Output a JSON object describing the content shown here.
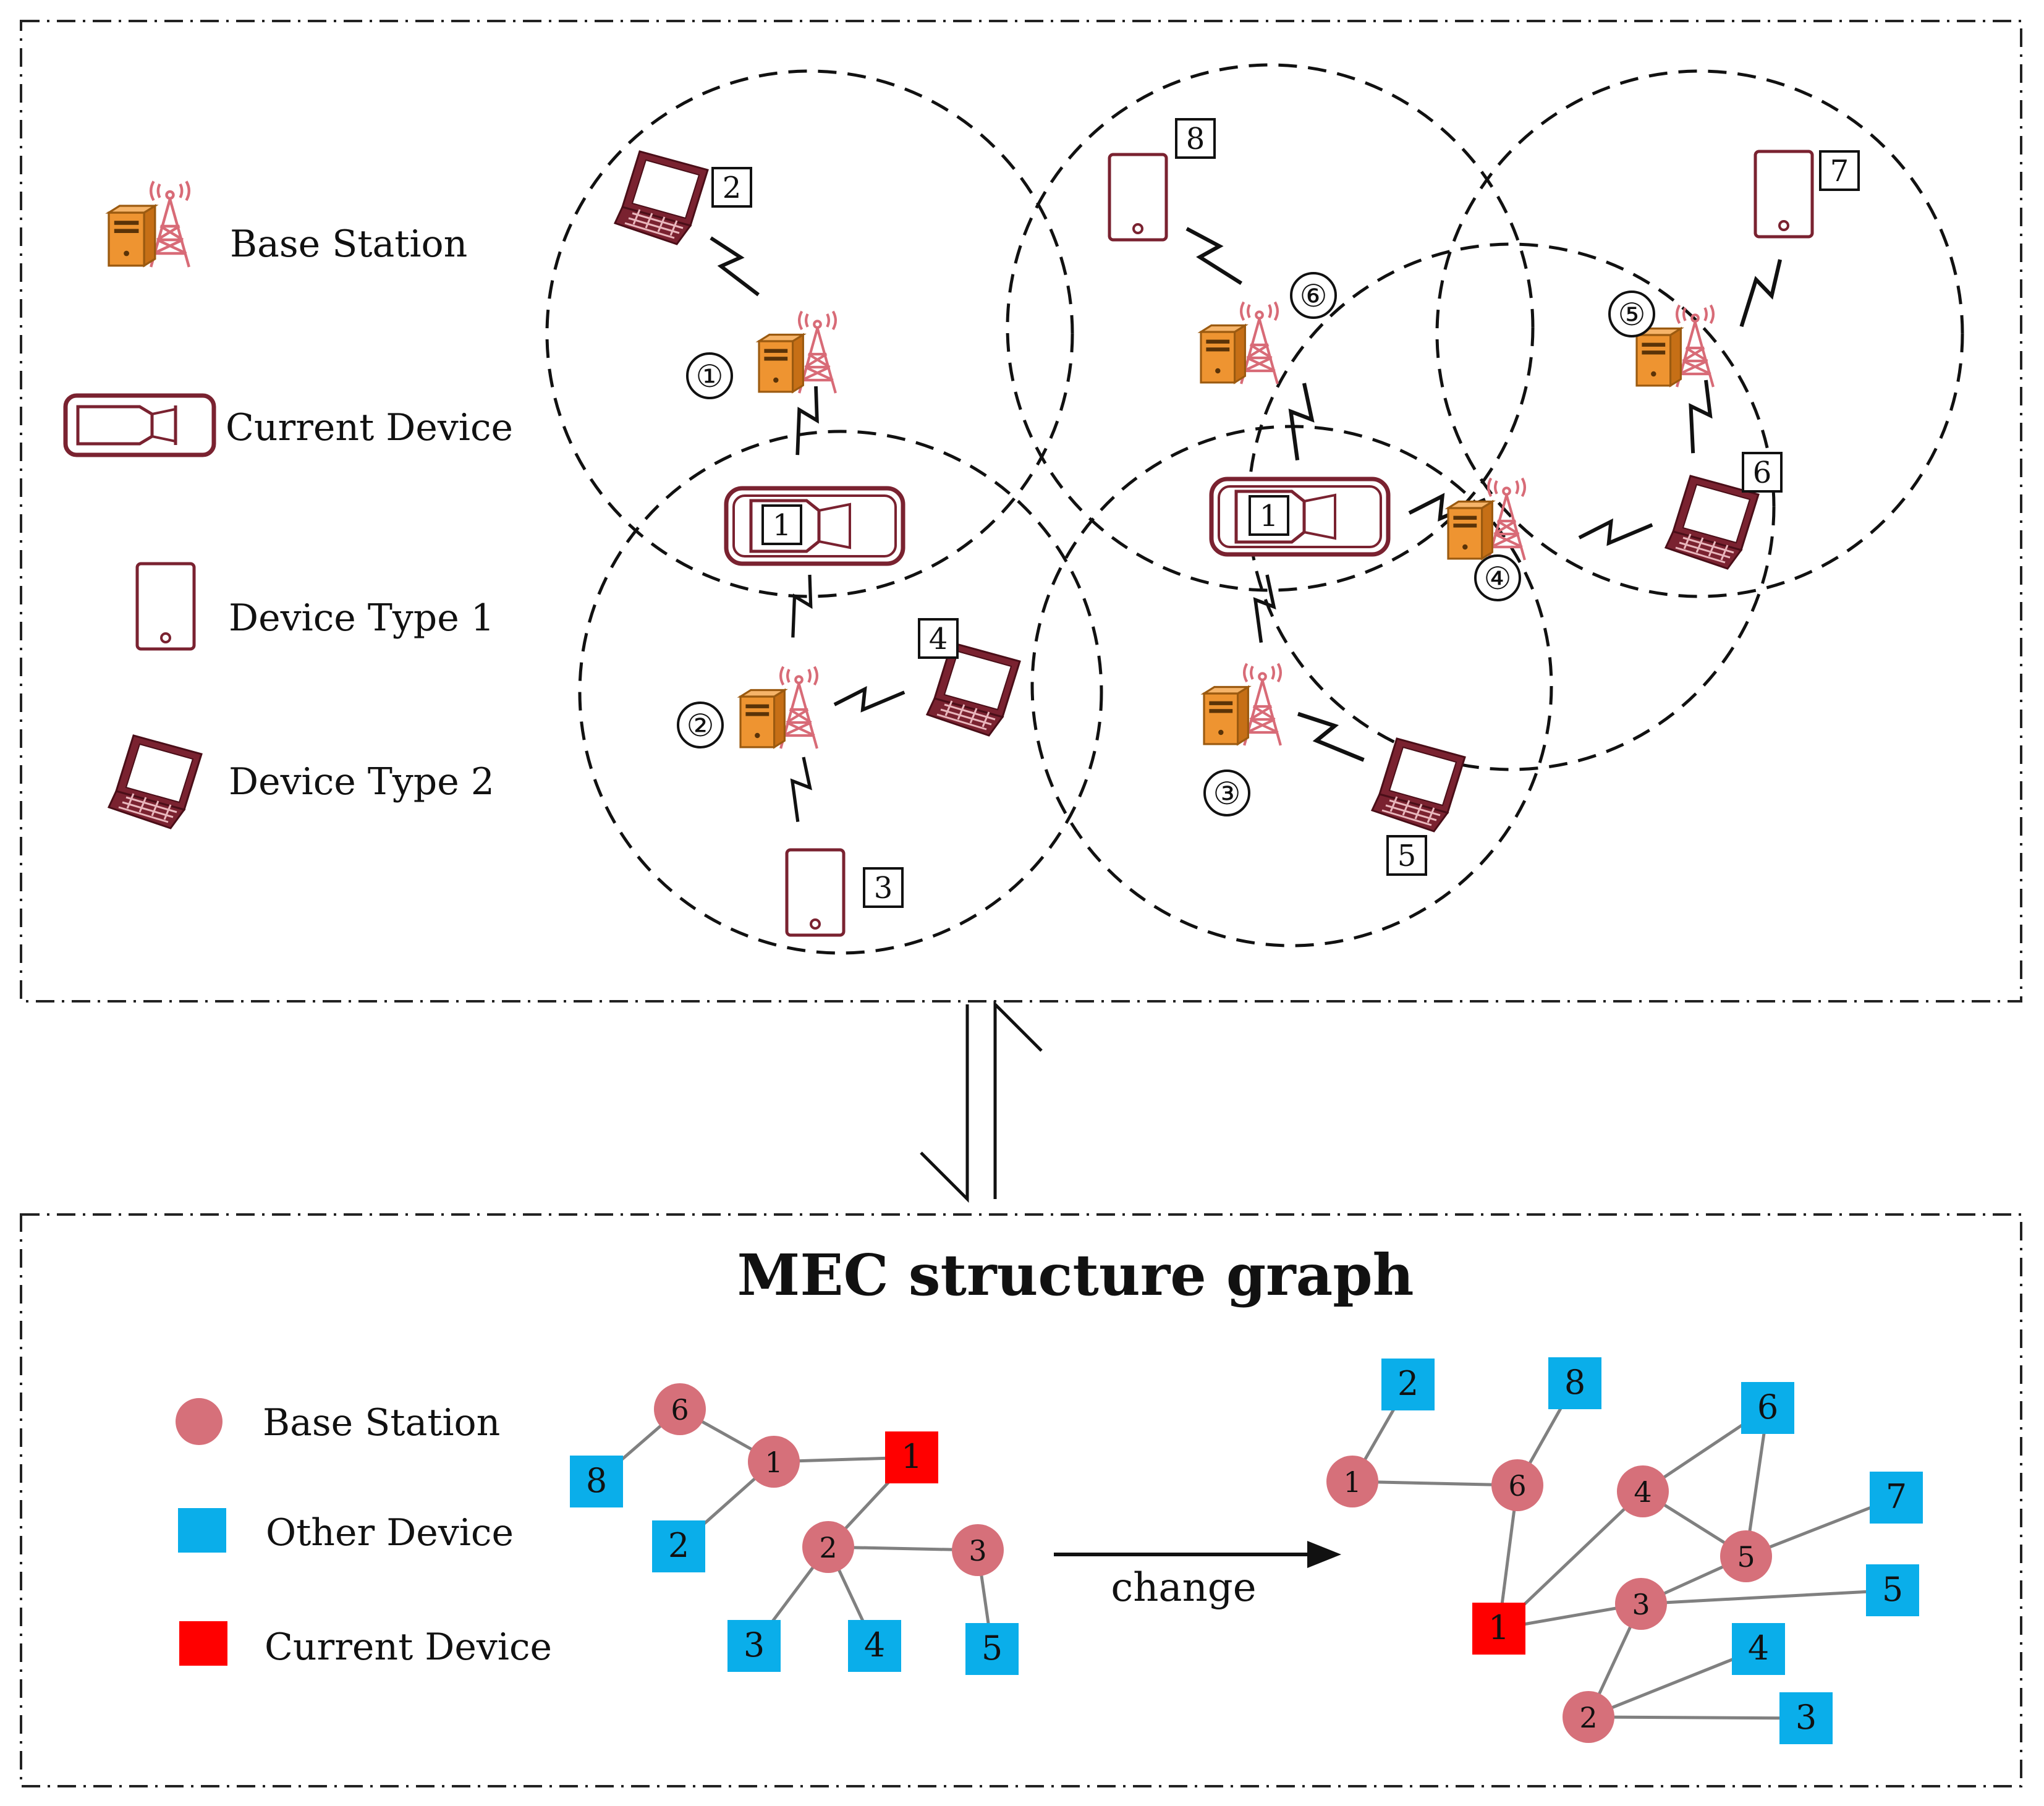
{
  "colors": {
    "device_maroon": "#7a2230",
    "station_pink": "#d86b77",
    "server_orange": "#ee9431",
    "node_pink": "#d6707a",
    "node_blue": "#0aaeea",
    "node_red": "#ff0000",
    "edge_gray": "#808080",
    "boundary_black": "#222222"
  },
  "top_legend": {
    "base_station": "Base Station",
    "current_device": "Current Device",
    "device_type1": "Device  Type 1",
    "device_type2": "Device  Type 2"
  },
  "top_labels": {
    "s1": "①",
    "s2": "②",
    "s3": "③",
    "s4": "④",
    "s5": "⑤",
    "s6": "⑥",
    "d1a": "1",
    "d1b": "1",
    "d2": "2",
    "d3": "3",
    "d4": "4",
    "d5": "5",
    "d6": "6",
    "d7": "7",
    "d8": "8"
  },
  "graph_title": "MEC structure graph",
  "bottom_legend": {
    "base_station": "Base Station",
    "other_device": "Other Device",
    "current_device": "Current Device"
  },
  "change_label": "change",
  "graph_left": {
    "nodes": [
      {
        "kind": "station",
        "label": "6"
      },
      {
        "kind": "station",
        "label": "1"
      },
      {
        "kind": "station",
        "label": "2"
      },
      {
        "kind": "station",
        "label": "3"
      },
      {
        "kind": "current",
        "label": "1"
      },
      {
        "kind": "device",
        "label": "8"
      },
      {
        "kind": "device",
        "label": "2"
      },
      {
        "kind": "device",
        "label": "3"
      },
      {
        "kind": "device",
        "label": "4"
      },
      {
        "kind": "device",
        "label": "5"
      }
    ]
  },
  "graph_right": {
    "nodes": [
      {
        "kind": "station",
        "label": "1"
      },
      {
        "kind": "station",
        "label": "6"
      },
      {
        "kind": "station",
        "label": "4"
      },
      {
        "kind": "station",
        "label": "5"
      },
      {
        "kind": "station",
        "label": "3"
      },
      {
        "kind": "station",
        "label": "2"
      },
      {
        "kind": "current",
        "label": "1"
      },
      {
        "kind": "device",
        "label": "2"
      },
      {
        "kind": "device",
        "label": "8"
      },
      {
        "kind": "device",
        "label": "6"
      },
      {
        "kind": "device",
        "label": "7"
      },
      {
        "kind": "device",
        "label": "5"
      },
      {
        "kind": "device",
        "label": "4"
      },
      {
        "kind": "device",
        "label": "3"
      }
    ]
  }
}
